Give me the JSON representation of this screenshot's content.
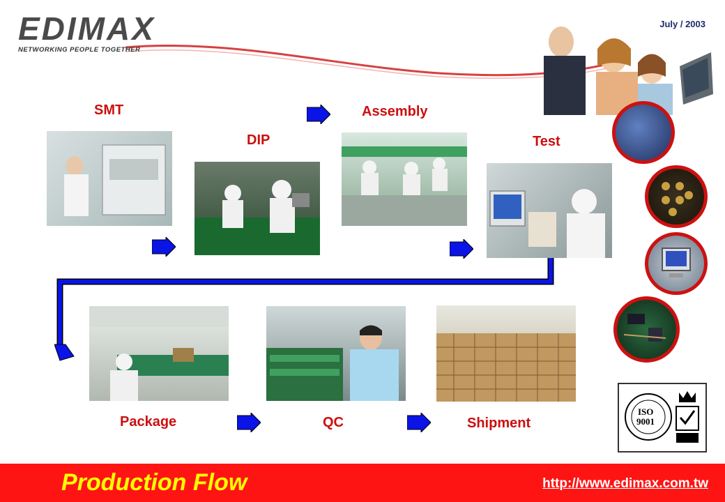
{
  "header": {
    "logo_text": "EDIMAX",
    "logo_tagline": "NETWORKING PEOPLE TOGETHER",
    "date": "July / 2003"
  },
  "steps": {
    "smt": "SMT",
    "dip": "DIP",
    "assembly": "Assembly",
    "test": "Test",
    "package": "Package",
    "qc": "QC",
    "shipment": "Shipment"
  },
  "certification": {
    "iso_label": "ISO",
    "iso_number": "9001"
  },
  "footer": {
    "title": "Production Flow",
    "url": "http://www.edimax.com.tw"
  },
  "colors": {
    "accent_red": "#ff1414",
    "title_yellow": "#ffff00",
    "flow_blue": "#0a14e6",
    "step_label_red": "#cc0f0f"
  },
  "icons": [
    "arrow-right-icon",
    "flow-connector-arrow-icon",
    "iso-certification-badge-icon"
  ]
}
